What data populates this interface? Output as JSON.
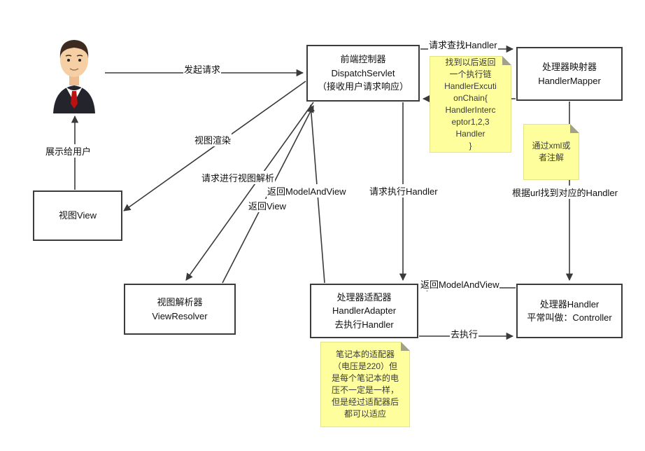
{
  "nodes": {
    "dispatch": {
      "line1": "前端控制器",
      "line2": "DispatchServlet",
      "line3": "（接收用户请求响应）"
    },
    "mapper": {
      "line1": "处理器映射器",
      "line2": "HandlerMapper"
    },
    "view": {
      "line1": "视图View"
    },
    "resolver": {
      "line1": "视图解析器",
      "line2": "ViewResolver"
    },
    "adapter": {
      "line1": "处理器适配器",
      "line2": "HandlerAdapter",
      "line3": "去执行Handler"
    },
    "handler": {
      "line1": "处理器Handler",
      "line2": "平常叫做：Controller"
    }
  },
  "notes": {
    "chain": "找到以后返回\n一个执行链\nHandlerExcuti\nonChain{\nHandlerInterc\neptor1,2,3\nHandler\n}",
    "xml": "通过xml或\n者注解",
    "adapter_note": "笔记本的适配器\n（电压是220）但\n是每个笔记本的电\n压不一定是一样，\n但是经过适配器后\n都可以适应"
  },
  "labels": {
    "initiate_request": "发起请求",
    "find_handler": "请求查找Handler",
    "show_to_user": "展示给用户",
    "view_render": "视图渲染",
    "request_view_resolve": "请求进行视图解析",
    "return_modelandview_left": "返回ModelAndView",
    "return_view": "返回View",
    "request_exec_handler": "请求执行Handler",
    "return_modelandview_right": "返回ModelAndView",
    "url_find_handler": "根据url找到对应的Handler",
    "go_exec": "去执行"
  },
  "icons": {
    "user_avatar": "user-avatar"
  },
  "colors": {
    "note_bg": "#feff9c",
    "note_fold": "#a2a28b",
    "box_border": "#3c3c3c",
    "line": "#3a3a3a",
    "tie_red": "#bb1111"
  }
}
